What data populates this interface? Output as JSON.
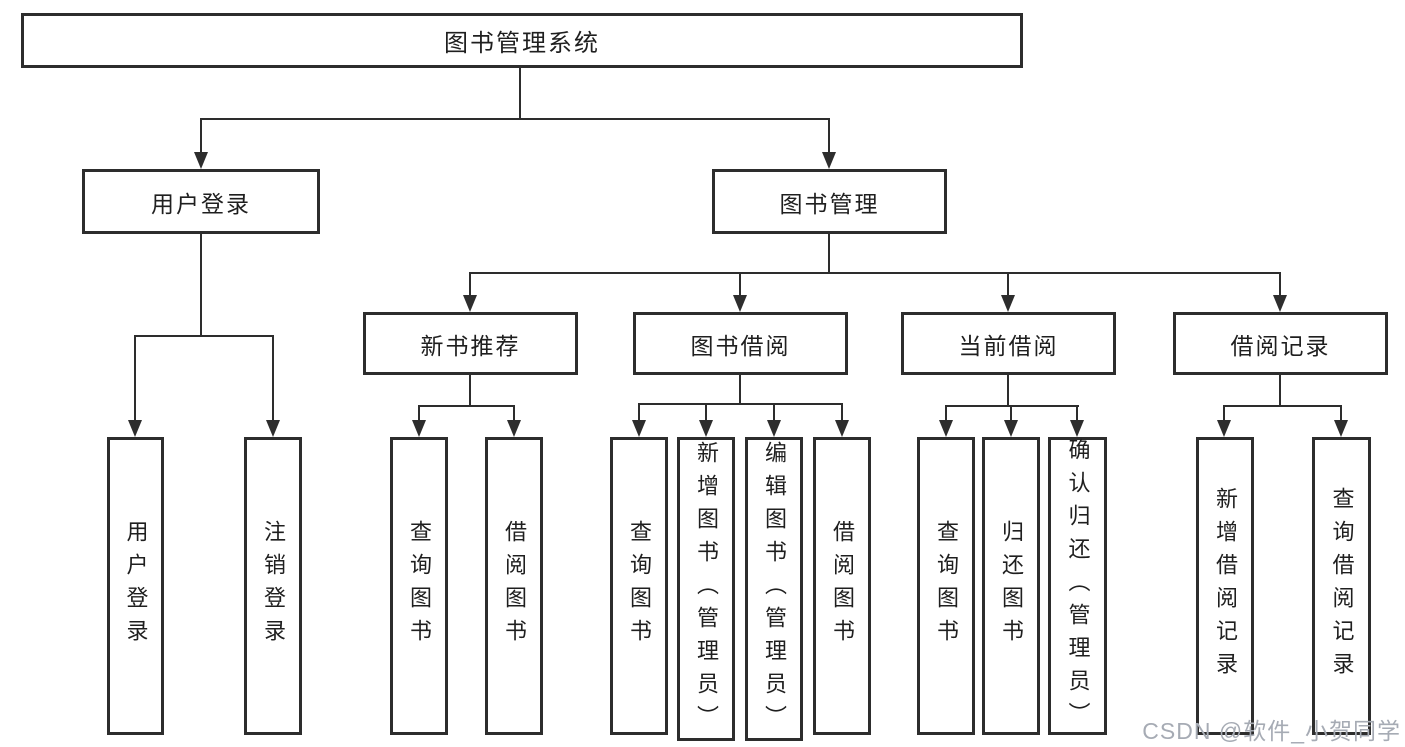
{
  "diagram": {
    "title_box": {
      "label": "图书管理系统"
    },
    "level2": [
      {
        "label": "用户登录",
        "parent": "图书管理系统"
      },
      {
        "label": "图书管理",
        "parent": "图书管理系统"
      }
    ],
    "level3": [
      {
        "label": "新书推荐",
        "parent": "图书管理"
      },
      {
        "label": "图书借阅",
        "parent": "图书管理"
      },
      {
        "label": "当前借阅",
        "parent": "图书管理"
      },
      {
        "label": "借阅记录",
        "parent": "图书管理"
      }
    ],
    "leaves": [
      {
        "label": "用户登录",
        "parent": "用户登录"
      },
      {
        "label": "注销登录",
        "parent": "用户登录"
      },
      {
        "label": "查询图书",
        "parent": "新书推荐"
      },
      {
        "label": "借阅图书",
        "parent": "新书推荐"
      },
      {
        "label": "查询图书",
        "parent": "图书借阅"
      },
      {
        "label": "新增图书（管理员）",
        "parent": "图书借阅"
      },
      {
        "label": "编辑图书（管理员）",
        "parent": "图书借阅"
      },
      {
        "label": "借阅图书",
        "parent": "图书借阅"
      },
      {
        "label": "查询图书",
        "parent": "当前借阅"
      },
      {
        "label": "归还图书",
        "parent": "当前借阅"
      },
      {
        "label": "确认归还（管理员）",
        "parent": "当前借阅"
      },
      {
        "label": "新增借阅记录",
        "parent": "借阅记录"
      },
      {
        "label": "查询借阅记录",
        "parent": "借阅记录"
      }
    ],
    "watermark": {
      "text": "CSDN @软件_小贺同学"
    },
    "colors": {
      "line": "#2d2d2d",
      "text": "#1f1f1f",
      "box_fill": "#ffffff",
      "watermark": "#a6abb4",
      "background": "#ffffff"
    }
  }
}
